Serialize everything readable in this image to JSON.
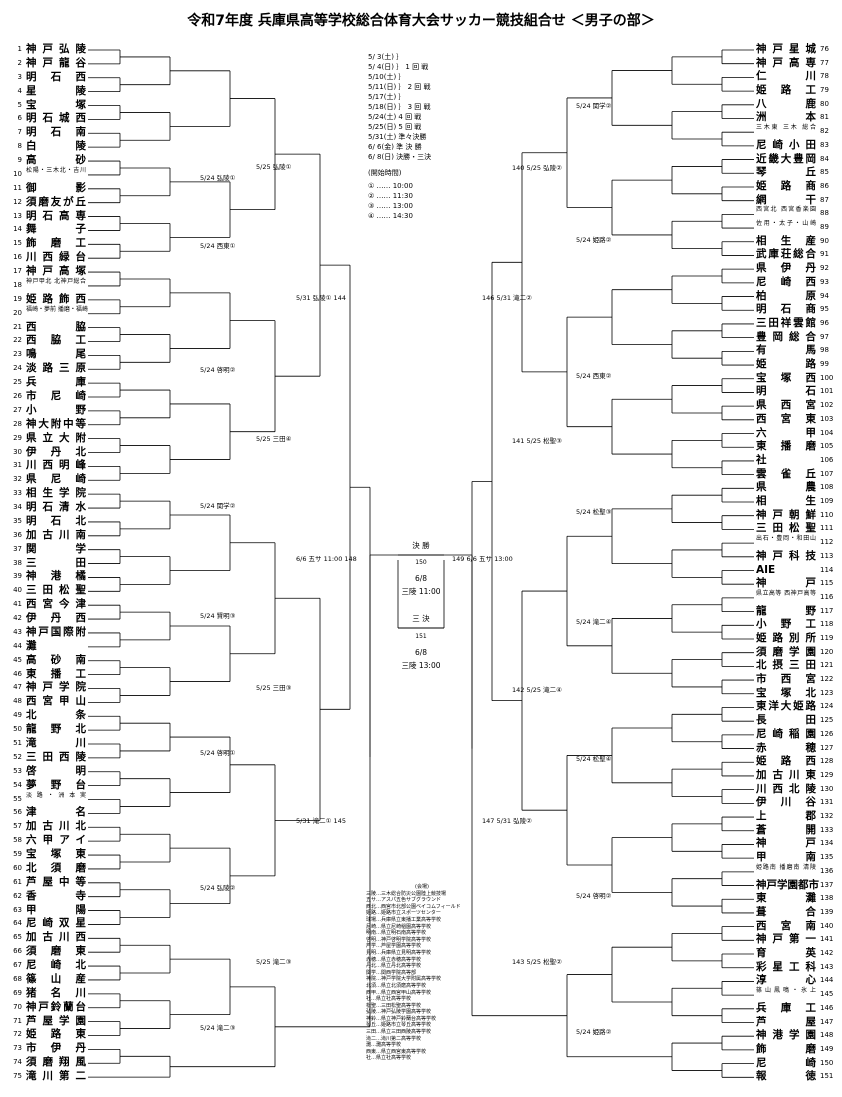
{
  "title": "令和7年度 兵庫県高等学校総合体育大会サッカー競技組合せ ＜男子の部＞",
  "left_teams": [
    {
      "no": "1",
      "name": "神戸弘陵"
    },
    {
      "no": "2",
      "name": "神戸龍谷"
    },
    {
      "no": "3",
      "name": "明石西"
    },
    {
      "no": "4",
      "name": "星陵"
    },
    {
      "no": "5",
      "name": "宝塚"
    },
    {
      "no": "6",
      "name": "明石城西"
    },
    {
      "no": "7",
      "name": "明石南"
    },
    {
      "no": "8",
      "name": "白陵"
    },
    {
      "no": "9",
      "name": "高砂"
    },
    {
      "no": "10",
      "name": "松陽・三木北・吉川",
      "small": true
    },
    {
      "no": "11",
      "name": "御影"
    },
    {
      "no": "12",
      "name": "須磨友が丘"
    },
    {
      "no": "13",
      "name": "明石高専"
    },
    {
      "no": "14",
      "name": "舞子"
    },
    {
      "no": "15",
      "name": "飾磨工"
    },
    {
      "no": "16",
      "name": "川西緑台"
    },
    {
      "no": "17",
      "name": "神戸高塚"
    },
    {
      "no": "18",
      "name": "神戸甲北 北神戸総合",
      "small": true
    },
    {
      "no": "19",
      "name": "姫路飾西"
    },
    {
      "no": "20",
      "name": "福崎・夢前 播磨・福崎",
      "small": true
    },
    {
      "no": "21",
      "name": "西脇"
    },
    {
      "no": "22",
      "name": "西脇工"
    },
    {
      "no": "23",
      "name": "鳴尾"
    },
    {
      "no": "24",
      "name": "淡路三原"
    },
    {
      "no": "25",
      "name": "兵庫"
    },
    {
      "no": "26",
      "name": "市尼崎"
    },
    {
      "no": "27",
      "name": "小野"
    },
    {
      "no": "28",
      "name": "神大附中等"
    },
    {
      "no": "29",
      "name": "県立大附"
    },
    {
      "no": "30",
      "name": "伊丹北"
    },
    {
      "no": "31",
      "name": "川西明峰"
    },
    {
      "no": "32",
      "name": "県尼崎"
    },
    {
      "no": "33",
      "name": "相生学院"
    },
    {
      "no": "34",
      "name": "明石清水"
    },
    {
      "no": "35",
      "name": "明石北"
    },
    {
      "no": "36",
      "name": "加古川南"
    },
    {
      "no": "37",
      "name": "関学"
    },
    {
      "no": "38",
      "name": "三田"
    },
    {
      "no": "39",
      "name": "神港橘"
    },
    {
      "no": "40",
      "name": "三田松聖"
    },
    {
      "no": "41",
      "name": "西宮今津"
    },
    {
      "no": "42",
      "name": "伊丹西"
    },
    {
      "no": "43",
      "name": "神戸国際附"
    },
    {
      "no": "44",
      "name": "灘"
    },
    {
      "no": "45",
      "name": "高砂南"
    },
    {
      "no": "46",
      "name": "東播工"
    },
    {
      "no": "47",
      "name": "神戸学院"
    },
    {
      "no": "48",
      "name": "西宮甲山"
    },
    {
      "no": "49",
      "name": "北条"
    },
    {
      "no": "50",
      "name": "龍野北"
    },
    {
      "no": "51",
      "name": "滝川"
    },
    {
      "no": "52",
      "name": "三田西陵"
    },
    {
      "no": "53",
      "name": "啓明"
    },
    {
      "no": "54",
      "name": "夢野台"
    },
    {
      "no": "55",
      "name": "淡路・洲本実",
      "small": true
    },
    {
      "no": "56",
      "name": "津名"
    },
    {
      "no": "57",
      "name": "加古川北"
    },
    {
      "no": "58",
      "name": "六甲アイ"
    },
    {
      "no": "59",
      "name": "宝塚東"
    },
    {
      "no": "60",
      "name": "北須磨"
    },
    {
      "no": "61",
      "name": "芦屋中等"
    },
    {
      "no": "62",
      "name": "香寺"
    },
    {
      "no": "63",
      "name": "甲陽"
    },
    {
      "no": "64",
      "name": "尼崎双星"
    },
    {
      "no": "65",
      "name": "加古川西"
    },
    {
      "no": "66",
      "name": "須磨東"
    },
    {
      "no": "67",
      "name": "尼崎北"
    },
    {
      "no": "68",
      "name": "篠山産"
    },
    {
      "no": "69",
      "name": "猪名川"
    },
    {
      "no": "70",
      "name": "神戸鈴蘭台"
    },
    {
      "no": "71",
      "name": "芦屋学園"
    },
    {
      "no": "72",
      "name": "姫路東"
    },
    {
      "no": "73",
      "name": "市伊丹"
    },
    {
      "no": "74",
      "name": "須磨翔風"
    },
    {
      "no": "75",
      "name": "滝川第二"
    }
  ],
  "right_teams": [
    {
      "no": "76",
      "name": "神戸星城"
    },
    {
      "no": "77",
      "name": "神戸高専"
    },
    {
      "no": "78",
      "name": "仁川"
    },
    {
      "no": "79",
      "name": "姫路工"
    },
    {
      "no": "80",
      "name": "八鹿"
    },
    {
      "no": "81",
      "name": "洲本"
    },
    {
      "no": "82",
      "name": "三木東 三木 総合",
      "small": true
    },
    {
      "no": "83",
      "name": "尼崎小田"
    },
    {
      "no": "84",
      "name": "近畿大豊岡"
    },
    {
      "no": "85",
      "name": "琴丘"
    },
    {
      "no": "86",
      "name": "姫路商"
    },
    {
      "no": "87",
      "name": "網干"
    },
    {
      "no": "88",
      "name": "西宮北 西宮香楽園",
      "small": true
    },
    {
      "no": "89",
      "name": "佐用・太子・山崎",
      "small": true
    },
    {
      "no": "90",
      "name": "相生産"
    },
    {
      "no": "91",
      "name": "武庫荘総合"
    },
    {
      "no": "92",
      "name": "県伊丹"
    },
    {
      "no": "93",
      "name": "尼崎西"
    },
    {
      "no": "94",
      "name": "柏原"
    },
    {
      "no": "95",
      "name": "明石商"
    },
    {
      "no": "96",
      "name": "三田祥雲館"
    },
    {
      "no": "97",
      "name": "豊岡総合"
    },
    {
      "no": "98",
      "name": "有馬"
    },
    {
      "no": "99",
      "name": "姫路"
    },
    {
      "no": "100",
      "name": "宝塚西"
    },
    {
      "no": "101",
      "name": "明石"
    },
    {
      "no": "102",
      "name": "県西宮"
    },
    {
      "no": "103",
      "name": "西宮東"
    },
    {
      "no": "104",
      "name": "六甲"
    },
    {
      "no": "105",
      "name": "東播磨"
    },
    {
      "no": "106",
      "name": "社"
    },
    {
      "no": "107",
      "name": "雲雀丘"
    },
    {
      "no": "108",
      "name": "県農"
    },
    {
      "no": "109",
      "name": "相生"
    },
    {
      "no": "110",
      "name": "神戸朝鮮"
    },
    {
      "no": "111",
      "name": "三田松聖"
    },
    {
      "no": "112",
      "name": "出石・豊岡・和田山",
      "small": true
    },
    {
      "no": "113",
      "name": "神戸科技"
    },
    {
      "no": "114",
      "name": "AIE"
    },
    {
      "no": "115",
      "name": "神戸"
    },
    {
      "no": "116",
      "name": "県立高等 西神戸高等",
      "small": true
    },
    {
      "no": "117",
      "name": "龍野"
    },
    {
      "no": "118",
      "name": "小野工"
    },
    {
      "no": "119",
      "name": "姫路別所"
    },
    {
      "no": "120",
      "name": "須磨学園"
    },
    {
      "no": "121",
      "name": "北摂三田"
    },
    {
      "no": "122",
      "name": "市西宮"
    },
    {
      "no": "123",
      "name": "宝塚北"
    },
    {
      "no": "124",
      "name": "東洋大姫路"
    },
    {
      "no": "125",
      "name": "長田"
    },
    {
      "no": "126",
      "name": "尼崎稲園"
    },
    {
      "no": "127",
      "name": "赤穂"
    },
    {
      "no": "128",
      "name": "姫路西"
    },
    {
      "no": "129",
      "name": "加古川東"
    },
    {
      "no": "130",
      "name": "川西北陵"
    },
    {
      "no": "131",
      "name": "伊川谷"
    },
    {
      "no": "132",
      "name": "上郡"
    },
    {
      "no": "133",
      "name": "蒼開"
    },
    {
      "no": "134",
      "name": "神戸"
    },
    {
      "no": "135",
      "name": "甲南"
    },
    {
      "no": "136",
      "name": "姫路南 播磨南 清陵",
      "small": true
    },
    {
      "no": "137",
      "name": "神戸学園都市"
    },
    {
      "no": "138",
      "name": "東灘"
    },
    {
      "no": "139",
      "name": "葺合"
    },
    {
      "no": "140",
      "name": "西宮南"
    },
    {
      "no": "141",
      "name": "神戸第一"
    },
    {
      "no": "142",
      "name": "育英"
    },
    {
      "no": "143",
      "name": "彩星工科"
    },
    {
      "no": "144",
      "name": "淳心"
    },
    {
      "no": "145",
      "name": "篠山鳳鳴・氷上",
      "small": true
    },
    {
      "no": "146",
      "name": "兵庫工"
    },
    {
      "no": "147",
      "name": "芦屋"
    },
    {
      "no": "148",
      "name": "神港学園"
    },
    {
      "no": "149",
      "name": "飾磨"
    },
    {
      "no": "150",
      "name": "尼崎"
    },
    {
      "no": "151",
      "name": "報徳"
    }
  ],
  "schedule": {
    "rows": [
      "5/ 3(土)  ｝",
      "5/ 4(日)  ｝ 1 回 戦",
      "5/10(土)  ｝",
      "5/11(日)  ｝ 2 回 戦",
      "5/17(土)  ｝",
      "5/18(日)  ｝ 3 回 戦",
      "5/24(土)    4 回 戦",
      "5/25(日)    5 回 戦",
      "5/31(土)    準々決勝",
      "6/ 6(金)    準 決 勝",
      "6/ 8(日)    決勝・三決"
    ],
    "time_head": "(開始時間)",
    "times": [
      "① …… 10:00",
      "② …… 11:30",
      "③ …… 13:00",
      "④ …… 14:30"
    ]
  },
  "round_labels": {
    "r4_1": "5/24 弘陵①",
    "r4_2": "5/24 西東①",
    "r4_3": "5/24 啓明②",
    "r4_4": "5/24 関学②",
    "r4_5": "5/24 賢明③",
    "r4_6": "5/24 啓明①",
    "r4_7": "5/24 弘陵②",
    "r4_8": "5/24 滝二③",
    "r5_1": "5/25 弘陵①",
    "r5_2": "5/25 三田④",
    "r5_3": "5/25 三田③",
    "r5_4": "5/25 滝二③",
    "qf_l1": "5/31 弘陵① 144",
    "qf_l2": "5/31 滝二① 145",
    "r4_r1": "5/24 関学②",
    "r4_r2": "5/24 姫路②",
    "r4_r3": "5/24 西東②",
    "r4_r4": "5/24 松聖③",
    "r4_r5": "5/24 滝二④",
    "r4_r6": "5/24 松聖④",
    "r4_r7": "5/24 啓明②",
    "r4_r8": "5/24 姫路②",
    "r5_r1": "140 5/25 弘陵②",
    "r5_r2": "141 5/25 松聖③",
    "r5_r3": "142 5/25 滝二④",
    "r5_r4": "143 5/25 松聖②",
    "qf_r1": "146 5/31 滝二②",
    "qf_r2": "147 5/31 弘陵②",
    "sf_l": "6/6 五サ 11:00 148",
    "sf_r": "149 6/6 五サ 13:00",
    "final_head": "決 勝",
    "final_no": "150",
    "final_date": "6/8",
    "final_venue": "三陵 11:00",
    "third_head": "三 決",
    "third_no": "151",
    "third_date": "6/8",
    "third_venue": "三陵 13:00"
  },
  "venues": {
    "head": "(会場)",
    "rows": [
      "三陵…三木総合防災公園陸上競技場",
      "五サ…アスパ五色サブグラウンド",
      "西北…西宮市北部公園ベイコムフィールド",
      "姫路…姫路市立スポーツセンター",
      "球場…兵庫県立東播工業高等学校",
      "尼崎…県立尼崎稲園高等学校",
      "明南…県立明石南高等学校",
      "啓明…神戸啓明学院高等学校",
      "芦学…芦屋学園高等学校",
      "見明…兵庫県立見明高等学校",
      "赤穂…県立赤穂高等学校",
      "丹北…県立丹北高等学校",
      "関学…関西学院高等部",
      "神院…神戸学院大学附属高等学校",
      "北須…県立北須磨高等学校",
      "西甲…県立西宮甲山高等学校",
      "社…県立社高等学校",
      "松聖…三田松聖高等学校",
      "弘陵…神戸弘陵学園高等学校",
      "神鈴…県立神戸鈴蘭台高等学校",
      "琴丘…姫路市立琴丘高等学校",
      "三田…県立三田西陵高等学校",
      "滝二…滝川第二高等学校",
      "灘…灘高等学校",
      "西東…県立西宮東高等学校",
      "社…県立社高等学校"
    ]
  }
}
